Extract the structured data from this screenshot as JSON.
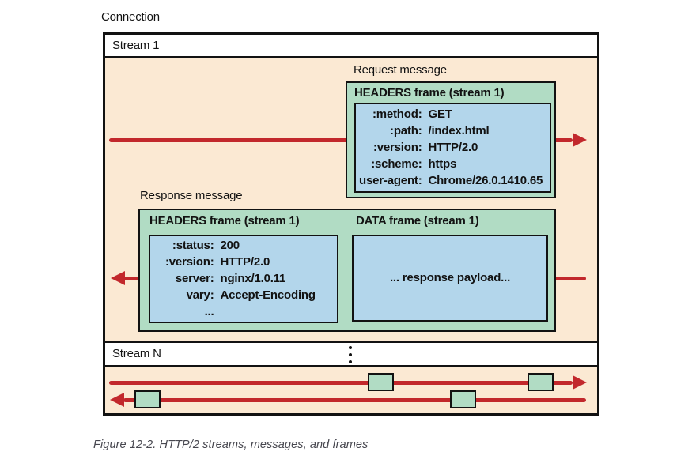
{
  "figure": {
    "connection_label": "Connection",
    "caption": "Figure 12-2. HTTP/2 streams, messages, and frames"
  },
  "stream1": {
    "label": "Stream 1",
    "request": {
      "message_label": "Request message",
      "frame_title": "HEADERS frame (stream 1)",
      "headers": [
        {
          "key": ":method:",
          "value": "GET"
        },
        {
          "key": ":path:",
          "value": "/index.html"
        },
        {
          "key": ":version:",
          "value": "HTTP/2.0"
        },
        {
          "key": ":scheme:",
          "value": "https"
        },
        {
          "key": "user-agent:",
          "value": "Chrome/26.0.1410.65"
        }
      ]
    },
    "response": {
      "message_label": "Response message",
      "headers_frame_title": "HEADERS frame (stream 1)",
      "data_frame_title": "DATA frame (stream 1)",
      "headers": [
        {
          "key": ":status:",
          "value": "200"
        },
        {
          "key": ":version:",
          "value": "HTTP/2.0"
        },
        {
          "key": "server:",
          "value": "nginx/1.0.11"
        },
        {
          "key": "vary:",
          "value": "Accept-Encoding"
        },
        {
          "key": "...",
          "value": ""
        }
      ],
      "payload_label": "... response payload..."
    }
  },
  "streamN": {
    "label": "Stream N",
    "ellipsis": "⋮"
  },
  "colors": {
    "lane_peach": "#fbe9d3",
    "frame_green": "#b1dcc4",
    "payload_blue": "#b3d6eb",
    "arrow_red": "#c2282c",
    "border_black": "#121212",
    "caption_gray": "#47474f"
  }
}
